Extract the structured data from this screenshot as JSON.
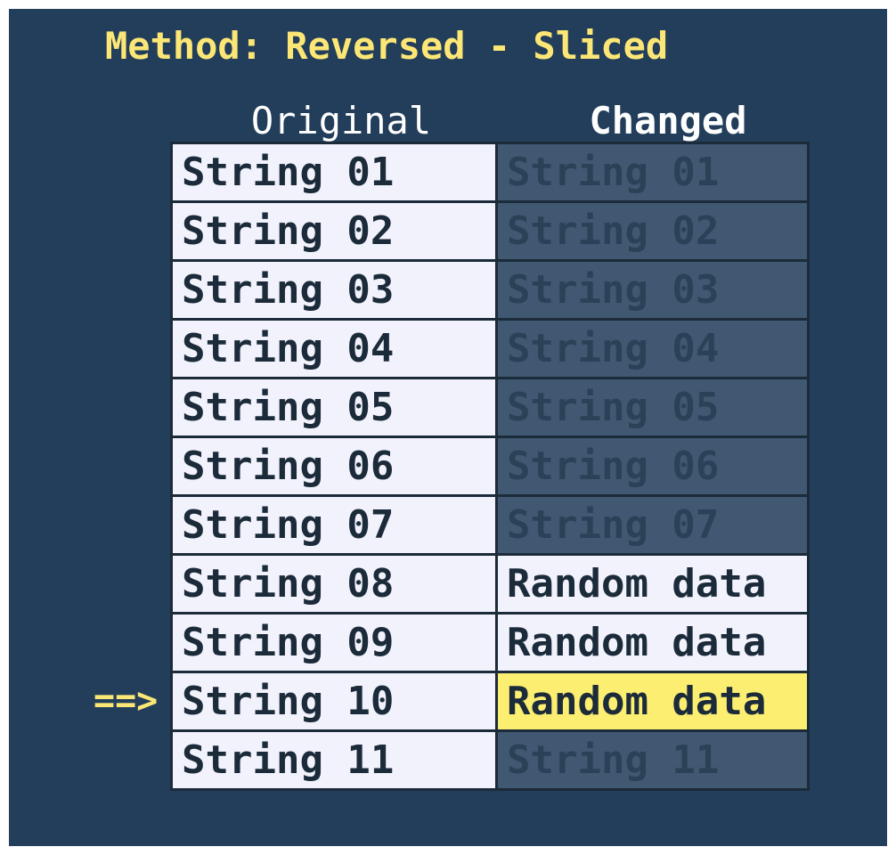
{
  "title": "Method: Reversed - Sliced",
  "columns": {
    "original": "Original",
    "changed": "Changed"
  },
  "rows": [
    {
      "original": "String 01",
      "changed": "String 01",
      "state": "dim"
    },
    {
      "original": "String 02",
      "changed": "String 02",
      "state": "dim"
    },
    {
      "original": "String 03",
      "changed": "String 03",
      "state": "dim"
    },
    {
      "original": "String 04",
      "changed": "String 04",
      "state": "dim"
    },
    {
      "original": "String 05",
      "changed": "String 05",
      "state": "dim"
    },
    {
      "original": "String 06",
      "changed": "String 06",
      "state": "dim"
    },
    {
      "original": "String 07",
      "changed": "String 07",
      "state": "dim"
    },
    {
      "original": "String 08",
      "changed": "Random data",
      "state": "changed"
    },
    {
      "original": "String 09",
      "changed": "Random data",
      "state": "changed"
    },
    {
      "original": "String 10",
      "changed": "Random data",
      "state": "current"
    },
    {
      "original": "String 11",
      "changed": "String 11",
      "state": "dim"
    }
  ],
  "pointer": {
    "glyph": "==>",
    "row": 9
  },
  "colors": {
    "background": "#223e5a",
    "accent": "#fce776",
    "cell_light": "#f1f2fc",
    "cell_dim": "#405871",
    "cell_highlight": "#fcee71"
  }
}
